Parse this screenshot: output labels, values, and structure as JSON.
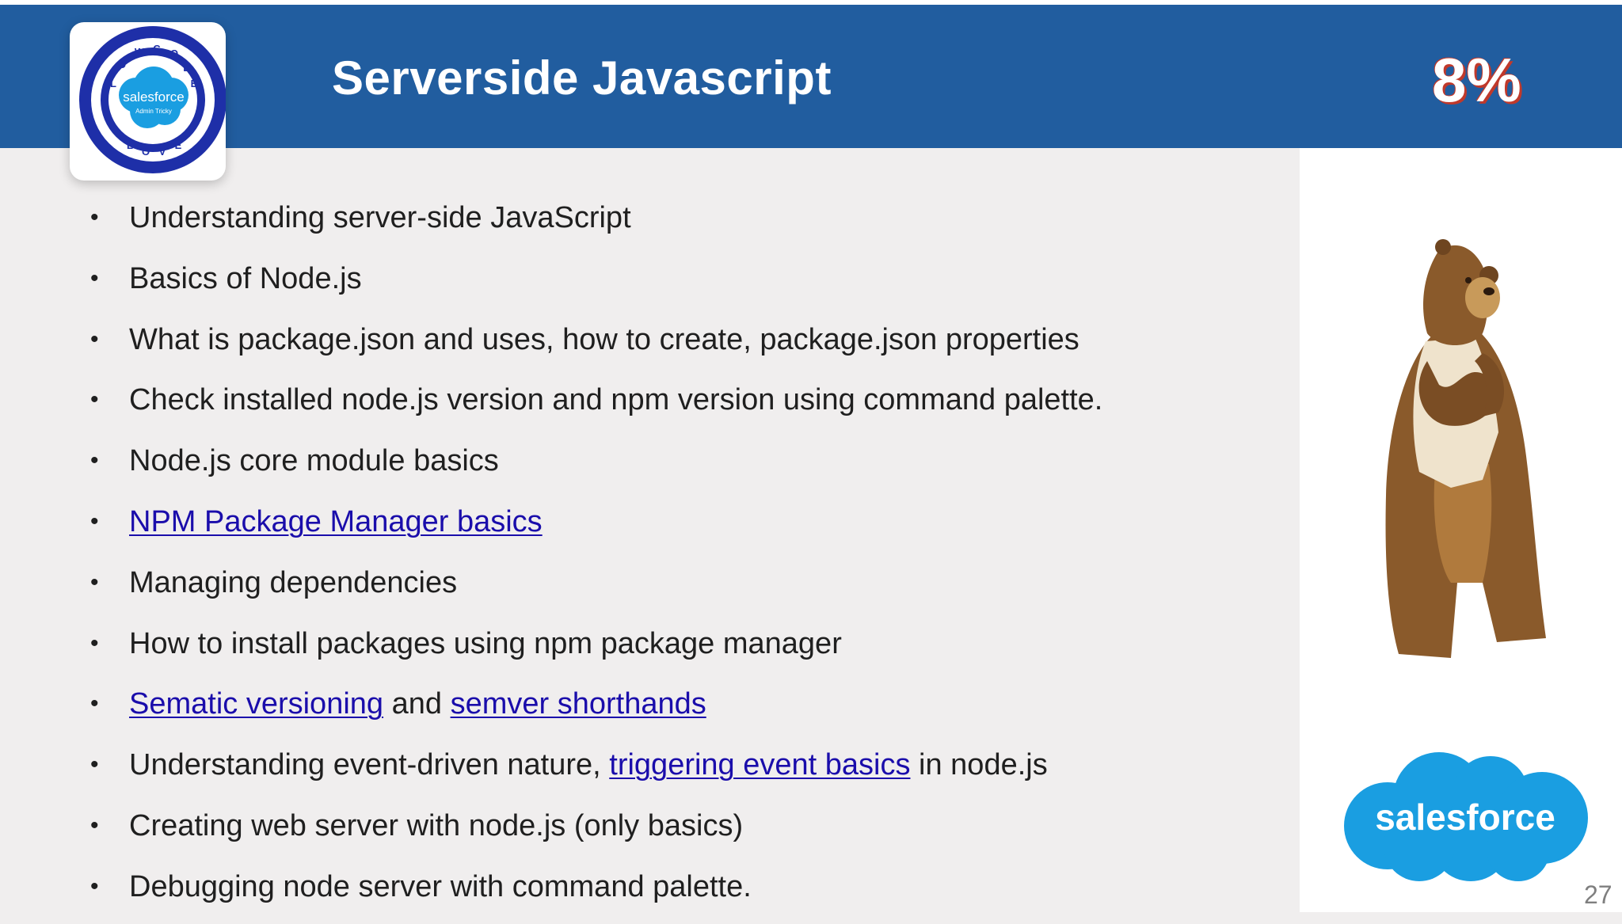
{
  "slide": {
    "title": "Serverside Javascript",
    "weight": "8%",
    "page_number": "27"
  },
  "logo": {
    "ring_text": "LOWCODE LOVE",
    "cloud_text": "salesforce",
    "sub_text": "Admin Tricky"
  },
  "bullets": [
    {
      "parts": [
        {
          "text": "Understanding server-side JavaScript"
        }
      ]
    },
    {
      "parts": [
        {
          "text": "Basics of Node.js"
        }
      ]
    },
    {
      "parts": [
        {
          "text": "What is package.json and uses, how to create, package.json properties"
        }
      ]
    },
    {
      "parts": [
        {
          "text": "Check installed node.js version and npm version using command palette."
        }
      ]
    },
    {
      "parts": [
        {
          "text": "Node.js core module basics"
        }
      ]
    },
    {
      "parts": [
        {
          "text": "NPM Package Manager basics",
          "link": true
        }
      ]
    },
    {
      "parts": [
        {
          "text": "Managing dependencies"
        }
      ]
    },
    {
      "parts": [
        {
          "text": "How to install packages using npm package manager"
        }
      ]
    },
    {
      "parts": [
        {
          "text": "Sematic versioning",
          "link": true
        },
        {
          "text": " and "
        },
        {
          "text": "semver shorthands",
          "link": true
        }
      ]
    },
    {
      "parts": [
        {
          "text": "Understanding event-driven nature, "
        },
        {
          "text": "triggering event basics",
          "link": true
        },
        {
          "text": " in node.js"
        }
      ]
    },
    {
      "parts": [
        {
          "text": "Creating web server with node.js (only basics)"
        }
      ]
    },
    {
      "parts": [
        {
          "text": "Debugging node server with command palette."
        }
      ]
    }
  ],
  "brand": {
    "salesforce_text": "salesforce"
  },
  "colors": {
    "header": "#215d9f",
    "link": "#1a0dab",
    "salesforce_blue": "#1a9ee1"
  },
  "icons": {
    "bear_mascot": "codey-bear-illustration",
    "salesforce_logo": "salesforce-cloud-logo",
    "lowcode_logo": "lowcode-love-logo"
  }
}
